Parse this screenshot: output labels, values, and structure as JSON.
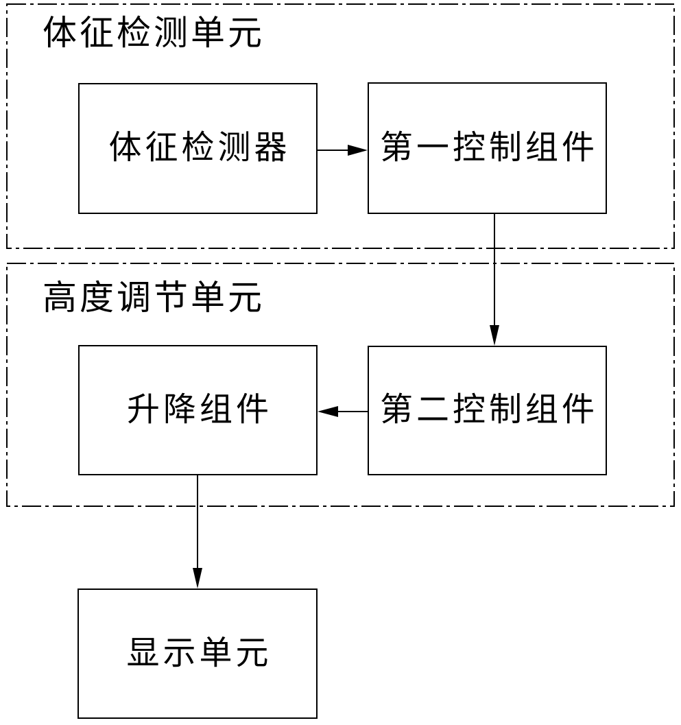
{
  "diagram": {
    "type": "block-diagram",
    "colors": {
      "line": "#000000",
      "background": "#ffffff"
    },
    "containers": [
      {
        "id": "vital-sign-detection-unit",
        "label": "体征检测单元"
      },
      {
        "id": "height-adjustment-unit",
        "label": "高度调节单元"
      }
    ],
    "boxes": [
      {
        "id": "vital-sign-detector",
        "label": "体征检测器",
        "container": "体征检测单元"
      },
      {
        "id": "first-control-component",
        "label": "第一控制组件",
        "container": "体征检测单元"
      },
      {
        "id": "lifting-component",
        "label": "升降组件",
        "container": "高度调节单元"
      },
      {
        "id": "second-control-component",
        "label": "第二控制组件",
        "container": "高度调节单元"
      },
      {
        "id": "display-unit",
        "label": "显示单元",
        "container": null
      }
    ],
    "connections": [
      {
        "from": "体征检测器",
        "to": "第一控制组件",
        "direction": "right"
      },
      {
        "from": "第一控制组件",
        "to": "第二控制组件",
        "direction": "down"
      },
      {
        "from": "第二控制组件",
        "to": "升降组件",
        "direction": "left"
      },
      {
        "from": "升降组件",
        "to": "显示单元",
        "direction": "down"
      }
    ]
  }
}
